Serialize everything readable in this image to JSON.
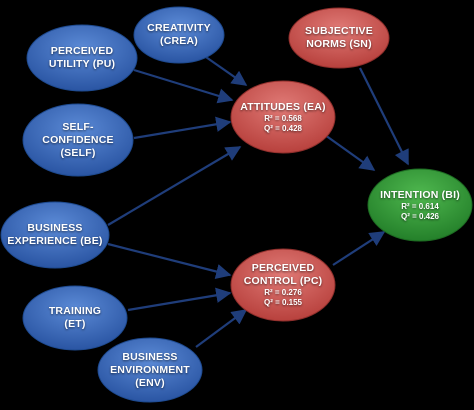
{
  "colors": {
    "background": "#000000",
    "blue": "#2e5fb0",
    "red": "#c0504d",
    "green": "#2e8b2e",
    "arrow": "#1f3d7a"
  },
  "nodes": {
    "crea": {
      "line1": "CREATIVITY",
      "line2": "(CREA)"
    },
    "sn": {
      "line1": "SUBJECTIVE",
      "line2": "NORMS (SN)"
    },
    "pu": {
      "line1": "PERCEIVED",
      "line2": "UTILITY (PU)"
    },
    "ea": {
      "line1": "ATTITUDES (EA)",
      "stat1": "R² = 0.568",
      "stat2": "Q² = 0.428"
    },
    "self": {
      "line1": "SELF-",
      "line2": "CONFIDENCE",
      "line3": "(SELF)"
    },
    "bi": {
      "line1": "INTENTION (BI)",
      "stat1": "R² = 0.614",
      "stat2": "Q² = 0.426"
    },
    "be": {
      "line1": "BUSINESS",
      "line2": "EXPERIENCE (BE)"
    },
    "pc": {
      "line1": "PERCEIVED",
      "line2": "CONTROL (PC)",
      "stat1": "R² = 0.276",
      "stat2": "Q² = 0.155"
    },
    "et": {
      "line1": "TRAINING",
      "line2": "(ET)"
    },
    "env": {
      "line1": "BUSINESS",
      "line2": "ENVIRONMENT",
      "line3": "(ENV)"
    }
  }
}
